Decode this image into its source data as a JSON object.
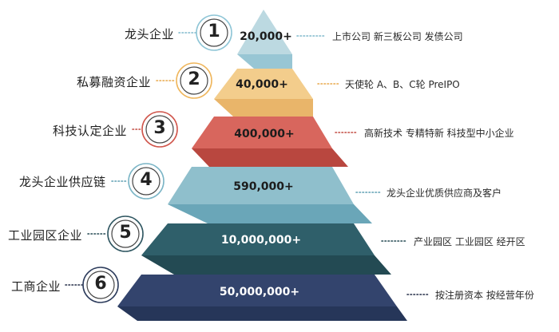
{
  "levels": [
    {
      "name": "龙头企业",
      "number": "1",
      "count": "20,000+",
      "desc": "上市公司 新三板公司 发债公司",
      "color": "#bcd9e1",
      "color_dark": "#98c6d4",
      "ring": "#8ec5d6",
      "dots": "#7fb8cc",
      "count_color": "#1c1c1c"
    },
    {
      "name": "私募融资企业",
      "number": "2",
      "count": "40,000+",
      "desc": "天使轮 A、B、C轮 PreIPO",
      "color": "#f3cd8c",
      "color_dark": "#e9b56a",
      "ring": "#efb65c",
      "dots": "#e8a84a",
      "count_color": "#1c1c1c"
    },
    {
      "name": "科技认定企业",
      "number": "3",
      "count": "400,000+",
      "desc": "高新技术 专精特新 科技型中小企业",
      "color": "#d8665d",
      "color_dark": "#b9473f",
      "ring": "#d0554b",
      "dots": "#c24a40",
      "count_color": "#1c1c1c"
    },
    {
      "name": "龙头企业供应链",
      "number": "4",
      "count": "590,000+",
      "desc": "龙头企业优质供应商及客户",
      "color": "#8fbfcc",
      "color_dark": "#6aa6b8",
      "ring": "#7bb5c6",
      "dots": "#5e9fb3",
      "count_color": "#1c1c1c"
    },
    {
      "name": "工业园区企业",
      "number": "5",
      "count": "10,000,000+",
      "desc": "产业园区 工业园区 经开区",
      "color": "#2f5f6a",
      "color_dark": "#234a53",
      "ring": "#2f5661",
      "dots": "#244952",
      "count_color": "#ffffff"
    },
    {
      "name": "工商企业",
      "number": "6",
      "count": "50,000,000+",
      "desc": "按注册资本 按经营年份",
      "color": "#33446d",
      "color_dark": "#263659",
      "ring": "#2d3c5c",
      "dots": "#232d47",
      "count_color": "#ffffff"
    }
  ]
}
